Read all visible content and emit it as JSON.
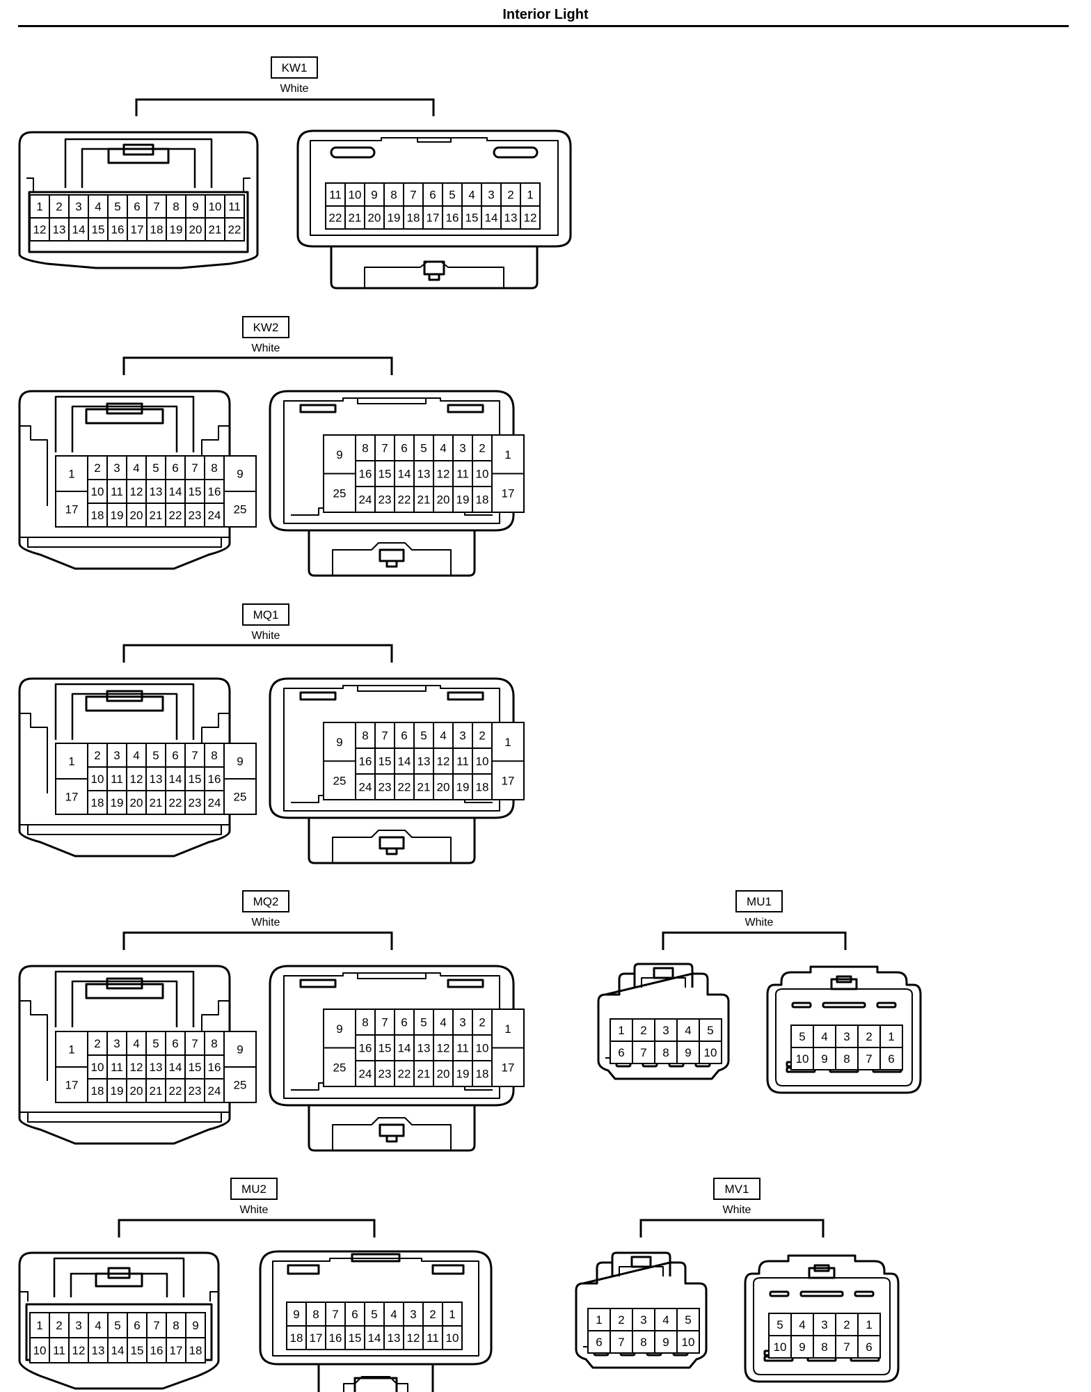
{
  "title": "Interior Light",
  "connectors": [
    {
      "id": "kw1",
      "code": "KW1",
      "color": "White",
      "views": [
        {
          "rows": [
            [
              "1",
              "2",
              "3",
              "4",
              "5",
              "6",
              "7",
              "8",
              "9",
              "10",
              "11"
            ],
            [
              "12",
              "13",
              "14",
              "15",
              "16",
              "17",
              "18",
              "19",
              "20",
              "21",
              "22"
            ]
          ]
        },
        {
          "rows": [
            [
              "11",
              "10",
              "9",
              "8",
              "7",
              "6",
              "5",
              "4",
              "3",
              "2",
              "1"
            ],
            [
              "22",
              "21",
              "20",
              "19",
              "18",
              "17",
              "16",
              "15",
              "14",
              "13",
              "12"
            ]
          ]
        }
      ]
    },
    {
      "id": "kw2",
      "code": "KW2",
      "color": "White",
      "views": [
        {
          "left": [
            "1",
            "17"
          ],
          "rows": [
            [
              "2",
              "3",
              "4",
              "5",
              "6",
              "7",
              "8"
            ],
            [
              "10",
              "11",
              "12",
              "13",
              "14",
              "15",
              "16"
            ],
            [
              "18",
              "19",
              "20",
              "21",
              "22",
              "23",
              "24"
            ]
          ],
          "right": [
            "9",
            "25"
          ]
        },
        {
          "left": [
            "9",
            "25"
          ],
          "rows": [
            [
              "8",
              "7",
              "6",
              "5",
              "4",
              "3",
              "2"
            ],
            [
              "16",
              "15",
              "14",
              "13",
              "12",
              "11",
              "10"
            ],
            [
              "24",
              "23",
              "22",
              "21",
              "20",
              "19",
              "18"
            ]
          ],
          "right": [
            "1",
            "17"
          ]
        }
      ]
    },
    {
      "id": "mq1",
      "code": "MQ1",
      "color": "White",
      "views": [
        {
          "left": [
            "1",
            "17"
          ],
          "rows": [
            [
              "2",
              "3",
              "4",
              "5",
              "6",
              "7",
              "8"
            ],
            [
              "10",
              "11",
              "12",
              "13",
              "14",
              "15",
              "16"
            ],
            [
              "18",
              "19",
              "20",
              "21",
              "22",
              "23",
              "24"
            ]
          ],
          "right": [
            "9",
            "25"
          ]
        },
        {
          "left": [
            "9",
            "25"
          ],
          "rows": [
            [
              "8",
              "7",
              "6",
              "5",
              "4",
              "3",
              "2"
            ],
            [
              "16",
              "15",
              "14",
              "13",
              "12",
              "11",
              "10"
            ],
            [
              "24",
              "23",
              "22",
              "21",
              "20",
              "19",
              "18"
            ]
          ],
          "right": [
            "1",
            "17"
          ]
        }
      ]
    },
    {
      "id": "mq2",
      "code": "MQ2",
      "color": "White",
      "views": [
        {
          "left": [
            "1",
            "17"
          ],
          "rows": [
            [
              "2",
              "3",
              "4",
              "5",
              "6",
              "7",
              "8"
            ],
            [
              "10",
              "11",
              "12",
              "13",
              "14",
              "15",
              "16"
            ],
            [
              "18",
              "19",
              "20",
              "21",
              "22",
              "23",
              "24"
            ]
          ],
          "right": [
            "9",
            "25"
          ]
        },
        {
          "left": [
            "9",
            "25"
          ],
          "rows": [
            [
              "8",
              "7",
              "6",
              "5",
              "4",
              "3",
              "2"
            ],
            [
              "16",
              "15",
              "14",
              "13",
              "12",
              "11",
              "10"
            ],
            [
              "24",
              "23",
              "22",
              "21",
              "20",
              "19",
              "18"
            ]
          ],
          "right": [
            "1",
            "17"
          ]
        }
      ]
    },
    {
      "id": "mu1",
      "code": "MU1",
      "color": "White",
      "views": [
        {
          "rows": [
            [
              "1",
              "2",
              "3",
              "4",
              "5"
            ],
            [
              "6",
              "7",
              "8",
              "9",
              "10"
            ]
          ]
        },
        {
          "rows": [
            [
              "5",
              "4",
              "3",
              "2",
              "1"
            ],
            [
              "10",
              "9",
              "8",
              "7",
              "6"
            ]
          ]
        }
      ]
    },
    {
      "id": "mu2",
      "code": "MU2",
      "color": "White",
      "views": [
        {
          "rows": [
            [
              "1",
              "2",
              "3",
              "4",
              "5",
              "6",
              "7",
              "8",
              "9"
            ],
            [
              "10",
              "11",
              "12",
              "13",
              "14",
              "15",
              "16",
              "17",
              "18"
            ]
          ]
        },
        {
          "rows": [
            [
              "9",
              "8",
              "7",
              "6",
              "5",
              "4",
              "3",
              "2",
              "1"
            ],
            [
              "18",
              "17",
              "16",
              "15",
              "14",
              "13",
              "12",
              "11",
              "10"
            ]
          ]
        }
      ]
    },
    {
      "id": "mv1",
      "code": "MV1",
      "color": "White",
      "views": [
        {
          "rows": [
            [
              "1",
              "2",
              "3",
              "4",
              "5"
            ],
            [
              "6",
              "7",
              "8",
              "9",
              "10"
            ]
          ]
        },
        {
          "rows": [
            [
              "5",
              "4",
              "3",
              "2",
              "1"
            ],
            [
              "10",
              "9",
              "8",
              "7",
              "6"
            ]
          ]
        }
      ]
    }
  ]
}
